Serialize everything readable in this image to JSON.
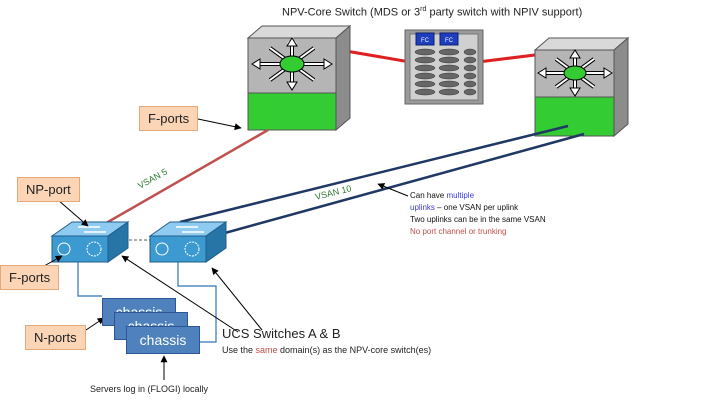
{
  "title": {
    "main": "NPV-Core Switch (MDS or 3",
    "sup": "rd",
    "rest": " party switch with NPIV support)"
  },
  "labels": {
    "f_ports_top": "F-ports",
    "np_port": "NP-port",
    "f_ports_left": "F-ports",
    "n_ports": "N-ports"
  },
  "links": {
    "vsan5": "VSAN 5",
    "vsan10": "VSAN 10"
  },
  "storage": {
    "fc1": "FC",
    "fc2": "FC"
  },
  "chassis": [
    "chassis",
    "chassis",
    "chassis"
  ],
  "note": {
    "line1_a": "Can have ",
    "line1_b": "multiple",
    "line2_a": "uplinks",
    "line2_b": " – one VSAN per uplink",
    "line3": "Two uplinks can be in the same VSAN",
    "line4": "No port channel or trunking"
  },
  "ucs": {
    "title": "UCS Switches A & B",
    "line_a": "Use the ",
    "line_b": "same",
    "line_c": " domain(s) as the NPV-core switch(es)"
  },
  "servers": "Servers log in (FLOGI) locally",
  "colors": {
    "switch_body": "#b5b5b5",
    "switch_green": "#33cc33",
    "fc_link": "#e02020",
    "vsan5_link": "#c0504d",
    "vsan10_link": "#1f3864",
    "label_bg": "#fbd5b5",
    "chassis": "#4f81bd",
    "ucs_switch": "#3d9ad1"
  }
}
